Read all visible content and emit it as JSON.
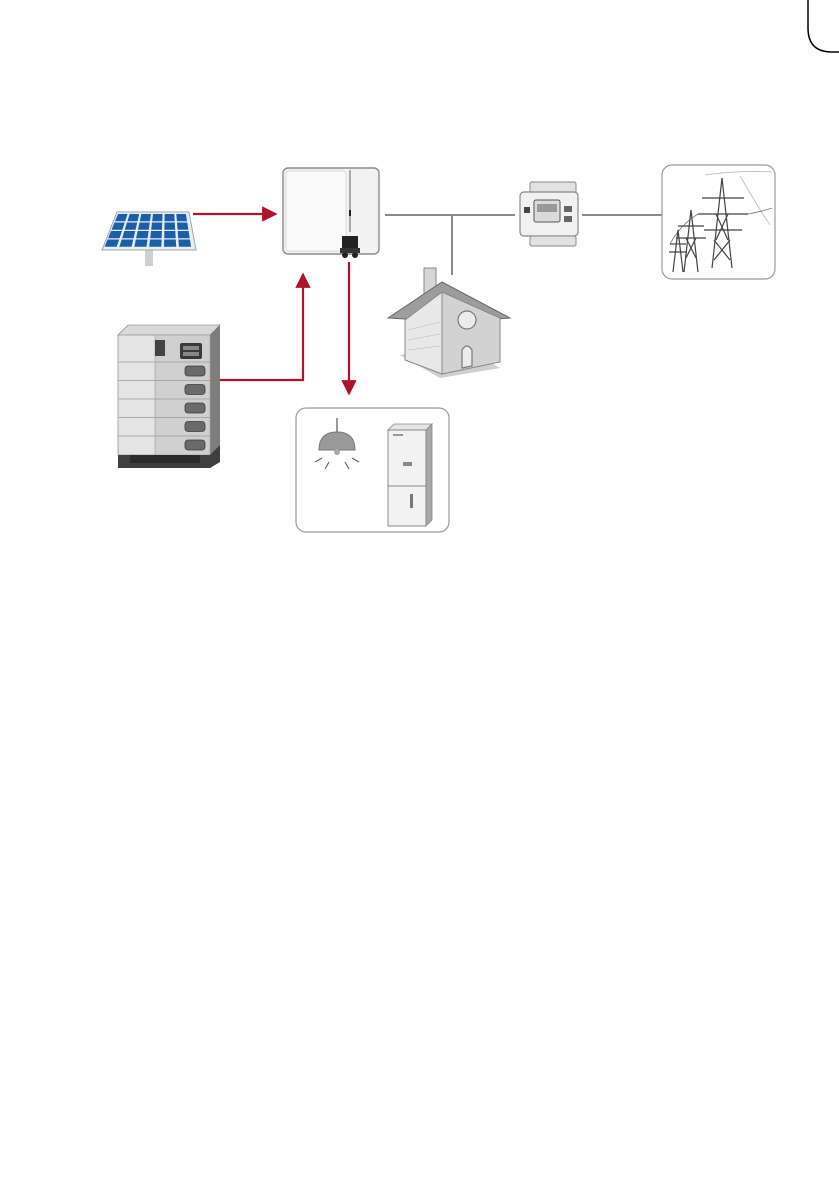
{
  "diagram": {
    "colors": {
      "flow_arrow": "#b0122a",
      "grid_line": "#8a8a8a",
      "solar_cell": "#1b5fa8",
      "device_light": "#f0f0f0",
      "device_mid": "#c8c8c8",
      "device_dark": "#555555",
      "frame_border": "#9a9a9a"
    },
    "components": [
      {
        "id": "solar-panel",
        "icon": "solar-panel-icon"
      },
      {
        "id": "inverter",
        "icon": "inverter-icon"
      },
      {
        "id": "battery-stack",
        "icon": "battery-stack-icon"
      },
      {
        "id": "backup-loads",
        "icon": "backup-loads-icon"
      },
      {
        "id": "house-load",
        "icon": "house-icon"
      },
      {
        "id": "energy-meter",
        "icon": "energy-meter-icon"
      },
      {
        "id": "utility-grid",
        "icon": "power-pylon-icon"
      }
    ],
    "flows": [
      {
        "from": "solar-panel",
        "to": "inverter",
        "style": "arrow"
      },
      {
        "from": "battery-stack",
        "to": "inverter",
        "style": "arrow"
      },
      {
        "from": "inverter",
        "to": "backup-loads",
        "style": "arrow"
      },
      {
        "from": "inverter",
        "to": "energy-meter",
        "style": "line"
      },
      {
        "from": "inverter",
        "to": "house-load",
        "style": "line"
      },
      {
        "from": "energy-meter",
        "to": "utility-grid",
        "style": "line"
      }
    ]
  }
}
